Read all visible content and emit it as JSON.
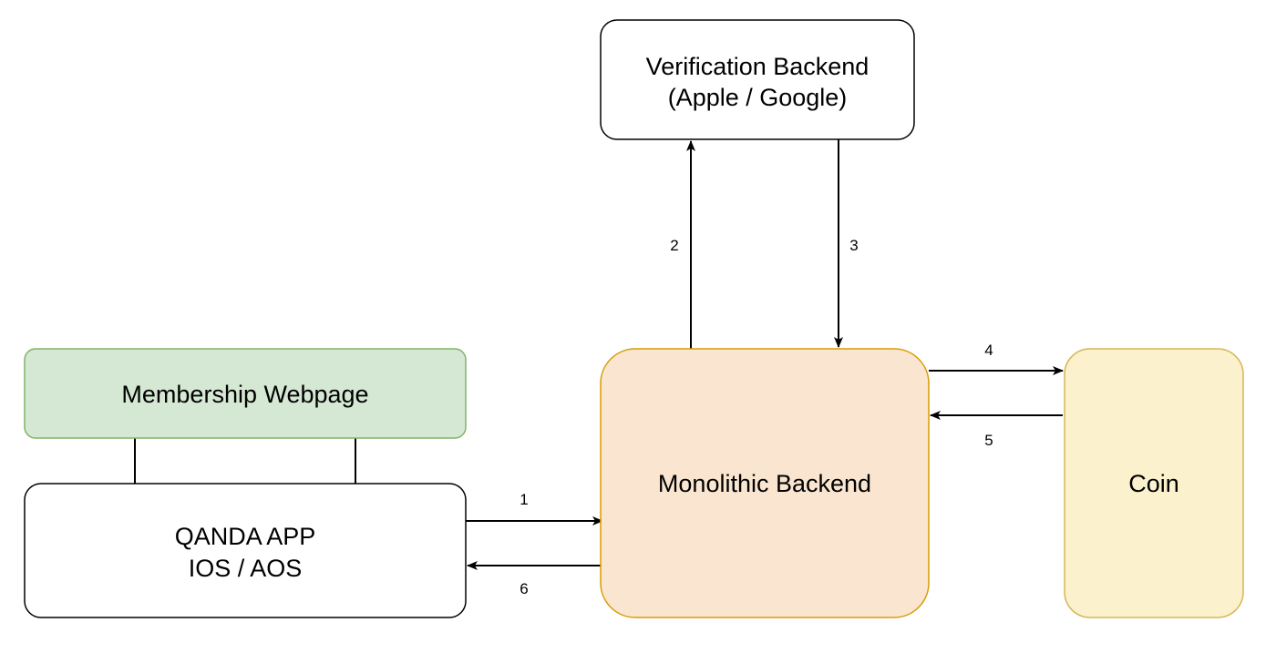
{
  "nodes": {
    "verification": {
      "line1": "Verification Backend",
      "line2": "(Apple / Google)",
      "fill": "#ffffff",
      "stroke": "#000000"
    },
    "membership": {
      "label": "Membership Webpage",
      "fill": "#d5e8d4",
      "stroke": "#82b366"
    },
    "app": {
      "line1": "QANDA APP",
      "line2": "IOS / AOS",
      "fill": "#ffffff",
      "stroke": "#000000"
    },
    "monolith": {
      "label": "Monolithic Backend",
      "fill": "#fae6d0",
      "stroke": "#d79b00"
    },
    "coin": {
      "label": "Coin",
      "fill": "#fbf1cc",
      "stroke": "#d6b656"
    }
  },
  "edges": {
    "e1": "1",
    "e2": "2",
    "e3": "3",
    "e4": "4",
    "e5": "5",
    "e6": "6"
  }
}
